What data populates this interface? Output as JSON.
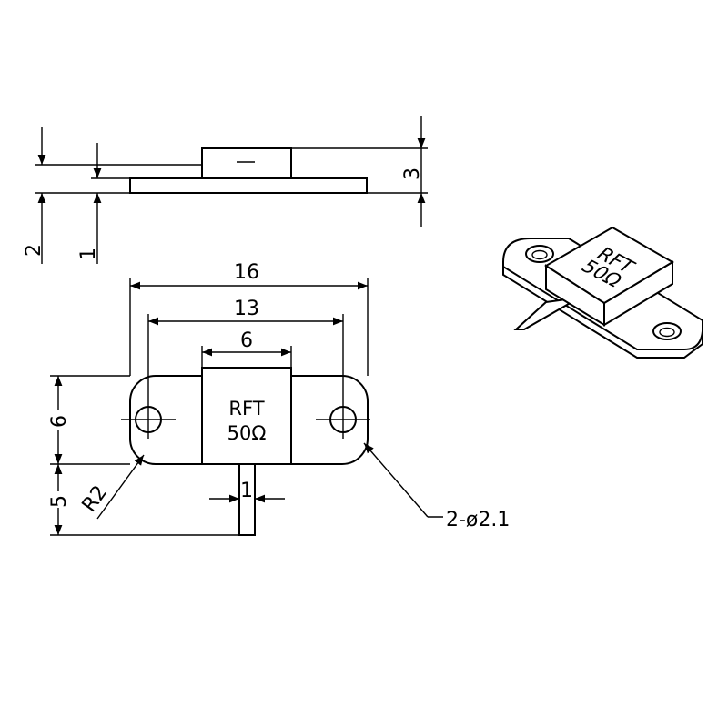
{
  "side_view": {
    "dim_total_height": "3",
    "dim_flange_left": "2",
    "dim_flange_inner": "1"
  },
  "top_view": {
    "dim_overall_width": "16",
    "dim_hole_spacing": "13",
    "dim_body_width": "6",
    "dim_body_height": "6",
    "dim_tab_length": "5",
    "dim_tab_width": "1",
    "corner_radius": "R2",
    "hole_callout": "2-ø2.1",
    "marking_line1": "RFT",
    "marking_line2": "50Ω"
  },
  "iso_view": {
    "marking_line1": "RFT",
    "marking_line2": "50Ω"
  }
}
